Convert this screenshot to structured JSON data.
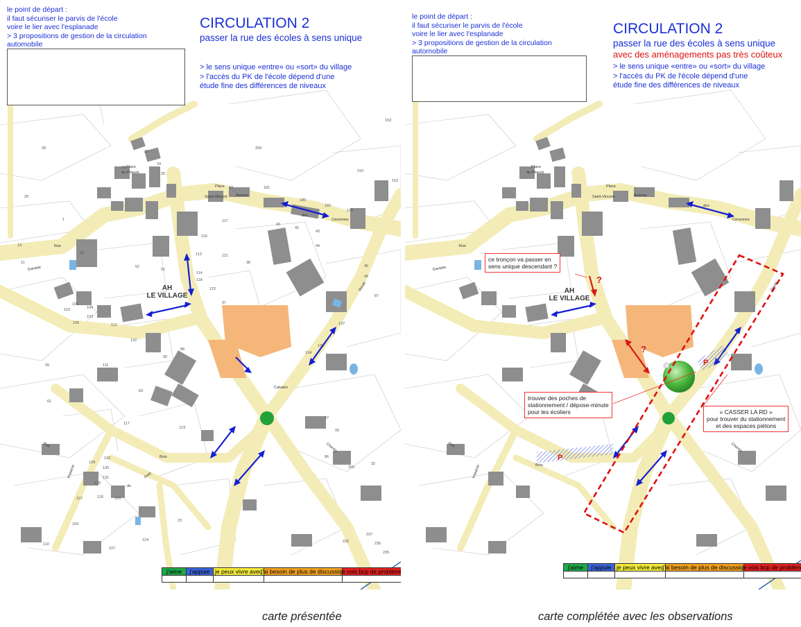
{
  "left": {
    "intro": [
      "le point de départ :",
      "il faut sécuriser le parvis de l'école",
      "voire le lier avec l'esplanade",
      "> 3 propositions de gestion de la circulation",
      "automobile"
    ],
    "title": "CIRCULATION 2",
    "subtitle": "passer la rue des écoles à sens unique",
    "bullets": [
      "> le sens unique «entre» ou «sort» du village",
      "> l'accès du PK de l'école dépend d'une",
      "étude fine des différences de niveaux"
    ],
    "place_code": "AH",
    "place_name": "LE VILLAGE",
    "caption": "carte présentée"
  },
  "right": {
    "intro": [
      "le point de départ :",
      "il faut sécuriser le parvis de l'école",
      "voire le lier avec l'esplanade",
      "> 3 propositions de gestion de la circulation",
      "automobile"
    ],
    "title": "CIRCULATION 2",
    "subtitle": "passer la rue des écoles à sens unique",
    "subtitle_red": "avec des aménagements pas très coûteux",
    "bullets": [
      "> le sens unique «entre» ou «sort» du village",
      "> l'accès du PK de l'école dépend d'une",
      "étude fine des différences de niveaux"
    ],
    "place_code": "AH",
    "place_name": "LE VILLAGE",
    "callouts": {
      "one_way": [
        "ce tronçon va passer en",
        "sens unique descendant ?"
      ],
      "parking": [
        "trouver des poches de",
        "stationnement / dépose-minute",
        "pour les écoliers"
      ],
      "casser": [
        "« CASSER LA RD »",
        "pour trouver du stationnement",
        "et des espaces piétons"
      ]
    },
    "question_mark": "?",
    "parking_letter": "P",
    "caption": "carte complétée avec les observations"
  },
  "legend": {
    "items": [
      {
        "label": "j'aime",
        "color": "#1fa84a"
      },
      {
        "label": "j'appuie",
        "color": "#3b63d6"
      },
      {
        "label": "je peux vivre avec",
        "color": "#f2ea3a"
      },
      {
        "label": "j'ai besoin de plus de discussion",
        "color": "#f0a020"
      },
      {
        "label": "je vois bcp de problèmes",
        "color": "#e02020"
      }
    ]
  },
  "map_labels": {
    "streets": [
      "Rue",
      "Place",
      "Saint-Vincent",
      "Avenue",
      "des",
      "Cévennes",
      "Route",
      "Calvaire",
      "Chemin",
      "Bois",
      "Rue",
      "Impasse",
      "du",
      "Petit",
      "Garaste"
    ],
    "place_prieure": [
      "Place",
      "du Prieuré"
    ],
    "lot_numbers": [
      "28",
      "209",
      "29",
      "1",
      "11",
      "13",
      "53",
      "52",
      "51",
      "116",
      "117",
      "121",
      "38",
      "113",
      "114",
      "118",
      "122",
      "37",
      "210",
      "152",
      "153",
      "22",
      "23",
      "24",
      "25",
      "92",
      "181",
      "182",
      "178",
      "180",
      "40",
      "42",
      "43",
      "44",
      "45",
      "46",
      "87",
      "101",
      "102",
      "104",
      "105",
      "103",
      "112",
      "110",
      "90",
      "88",
      "111",
      "99",
      "61",
      "63",
      "27",
      "93",
      "117",
      "123",
      "132",
      "128",
      "130",
      "131",
      "129",
      "127",
      "126",
      "125",
      "169",
      "110",
      "107",
      "124",
      "23",
      "237",
      "236",
      "235",
      "232",
      "165",
      "86",
      "32",
      "134",
      "135",
      "137"
    ],
    "colors": {
      "road": "#f3ecb7",
      "building": "#8e8e8e",
      "parcel_line": "#b8b8b8",
      "orange_square": "#f5b67a",
      "arrow_blue": "#1420d0",
      "dashed_red": "#e01010",
      "roundabout_green": "#22a03a"
    }
  }
}
